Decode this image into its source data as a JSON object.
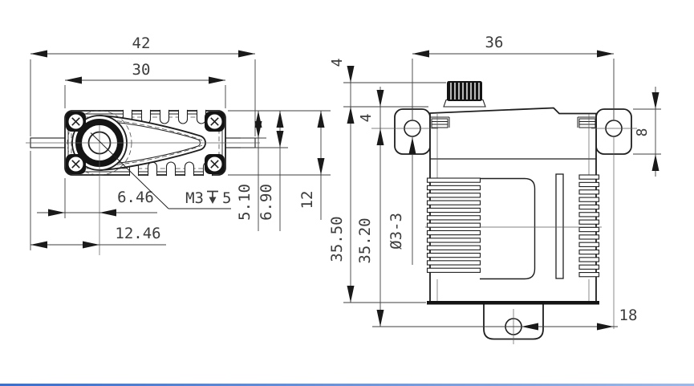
{
  "drawing": {
    "description": "Two-view technical dimension drawing of a micro servo",
    "line_color": "#1f1f1f",
    "dim_text_color": "#3c3c3c",
    "footer_bar_colors": [
      "#3b6fce",
      "#9db9e8"
    ],
    "top_view": {
      "name": "top view (output horn side)",
      "dims": {
        "overall_width": "42",
        "case_width": "30",
        "horn_center_to_case_edge": "6.46",
        "horn_center_to_tab_end": "12.46",
        "thread": "M3",
        "thread_depth": "5",
        "top_to_tab_upper_face": "5.10",
        "top_to_tab_lower_face": "6.90",
        "case_depth": "12"
      }
    },
    "side_view": {
      "name": "side view",
      "dims": {
        "mount_hole_spacing": "36",
        "spline_height": "4",
        "cap_to_mount_center": "4",
        "mount_tab_height": "8",
        "case_height": "35.50",
        "mount_center_to_bottom_hole": "35.20",
        "mount_hole_callout": "Ø3-3",
        "bottom_hole_to_mount_center": "18"
      }
    }
  }
}
